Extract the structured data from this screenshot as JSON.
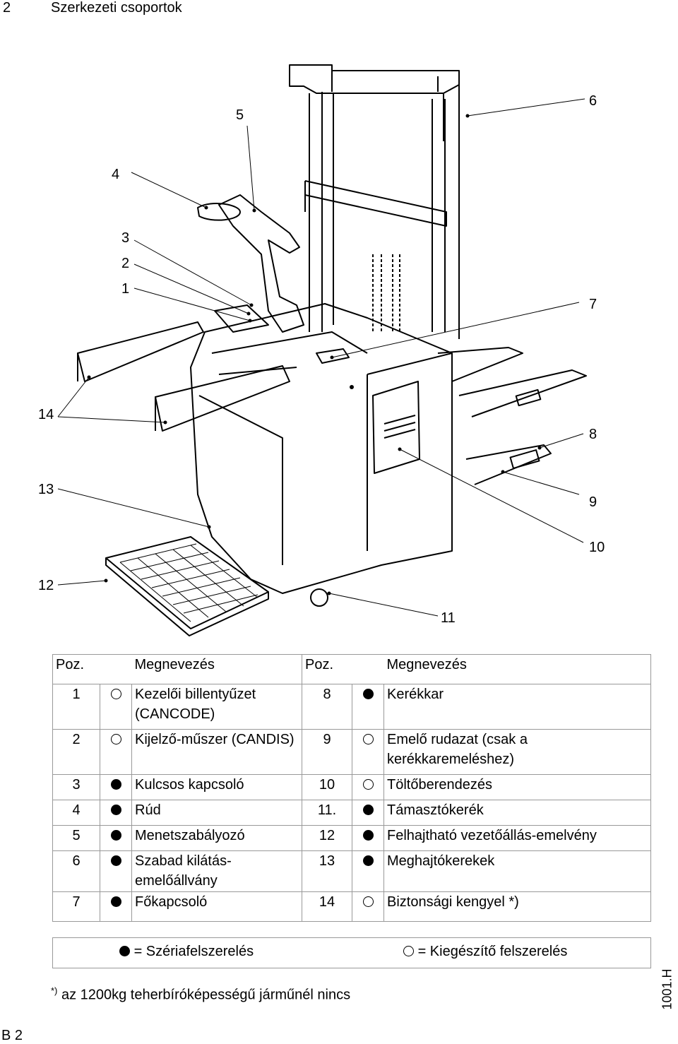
{
  "header": {
    "number": "2",
    "title": "Szerkezeti csoportok"
  },
  "callouts": [
    "1",
    "2",
    "3",
    "4",
    "5",
    "6",
    "7",
    "8",
    "9",
    "10",
    "11",
    "12",
    "13",
    "14"
  ],
  "table": {
    "head": {
      "poz_left": "Poz.",
      "name_left": "Megnevezés",
      "poz_right": "Poz.",
      "name_right": "Megnevezés"
    },
    "rows": [
      {
        "n1": "1",
        "b1": "open",
        "t1": "Kezelői billentyűzet (CANCODE)",
        "n2": "8",
        "b2": "full",
        "t2": "Kerékkar"
      },
      {
        "n1": "2",
        "b1": "open",
        "t1": "Kijelző-műszer (CANDIS)",
        "n2": "9",
        "b2": "open",
        "t2": "Emelő rudazat (csak a kerékkaremeléshez)"
      },
      {
        "n1": "3",
        "b1": "full",
        "t1": "Kulcsos kapcsoló",
        "n2": "10",
        "b2": "open",
        "t2": "Töltőberendezés"
      },
      {
        "n1": "4",
        "b1": "full",
        "t1": "Rúd",
        "n2": "11.",
        "b2": "full",
        "t2": "Támasztókerék"
      },
      {
        "n1": "5",
        "b1": "full",
        "t1": "Menetszabályozó",
        "n2": "12",
        "b2": "full",
        "t2": "Felhajtható vezetőállás-emelvény"
      },
      {
        "n1": "6",
        "b1": "full",
        "t1": "Szabad kilátás-emelőállvány",
        "n2": "13",
        "b2": "full",
        "t2": "Meghajtókerekek"
      },
      {
        "n1": "7",
        "b1": "full",
        "t1": "Főkapcsoló",
        "n2": "14",
        "b2": "open",
        "t2": "Biztonsági kengyel *)"
      }
    ]
  },
  "legend": {
    "full": "= Szériafelszerelés",
    "open": "= Kiegészítő felszerelés"
  },
  "footnote": {
    "mark": "*)",
    "text": "az 1200kg teherbíróképességű járműnél nincs"
  },
  "side_code": "1001.H",
  "page_number": "B 2"
}
